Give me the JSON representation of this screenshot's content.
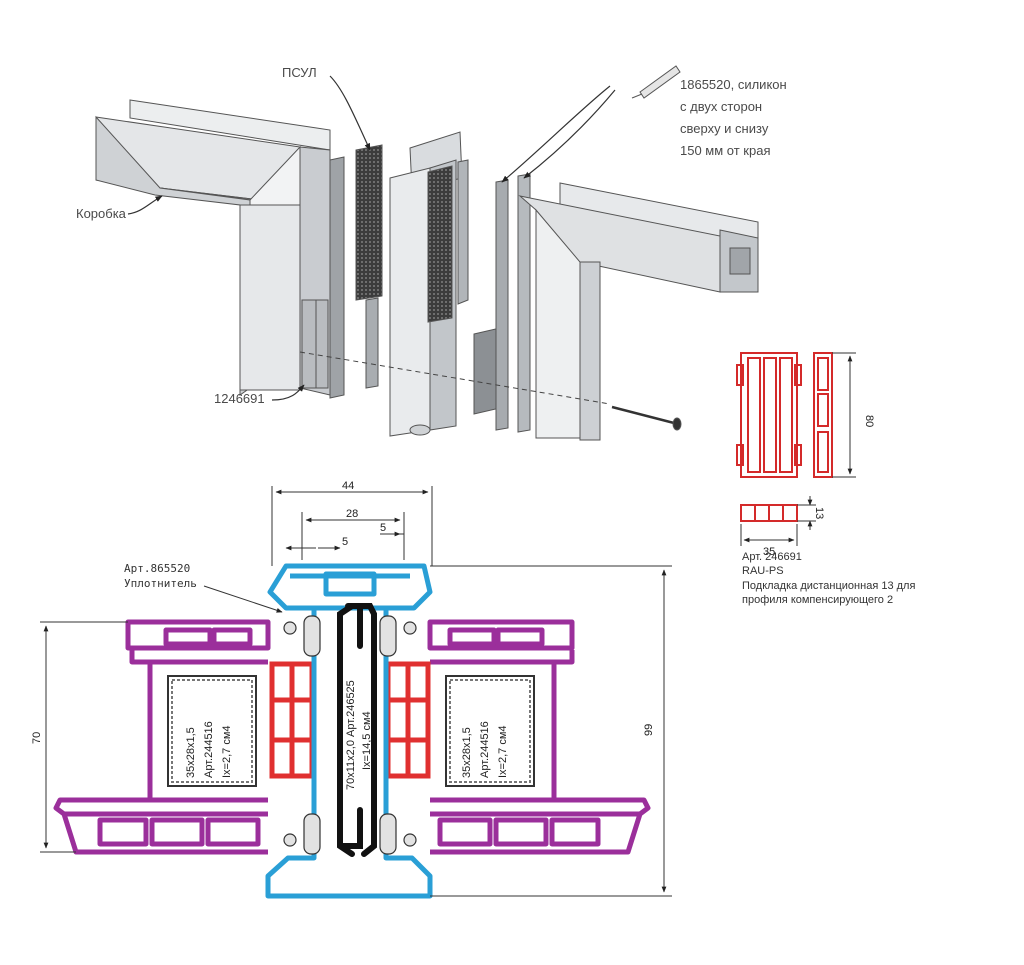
{
  "exploded_view": {
    "label_frame": "Коробка",
    "label_psul": "ПСУЛ",
    "label_part": "1246691",
    "silicone_note": [
      "1865520, силикон",
      "с двух сторон",
      "сверху и снизу",
      "150 мм от края"
    ]
  },
  "spacer_detail": {
    "dim_height": "80",
    "dim_width": "35",
    "dim_thickness": "13",
    "art": "Арт. 246691",
    "brand": "RAU-PS",
    "desc_line1": "Подкладка дистанционная 13 для",
    "desc_line2": "профиля компенсирующего 2"
  },
  "section": {
    "dim_top": "44",
    "dim_inner": "28",
    "dim_5a": "5",
    "dim_5b": "5",
    "dim_left": "70",
    "dim_right": "99",
    "seal_art": "Арт.865520",
    "seal_name": "Уплотнитель",
    "left_insert": [
      "35x28x1,5",
      "Арт.244516",
      "Ix=2,7 см4"
    ],
    "right_insert": [
      "35x28x1,5",
      "Арт.244516",
      "Ix=2,7 см4"
    ],
    "center_insert": [
      "70x11x2,0  Арт.246525",
      "Ix=14,5 см4"
    ]
  },
  "colors": {
    "purple": "#9b2f9b",
    "blue": "#2a9fd6",
    "red": "#e03030",
    "gray_face": "#d8dadc",
    "gray_dark": "#5c5c5c"
  }
}
